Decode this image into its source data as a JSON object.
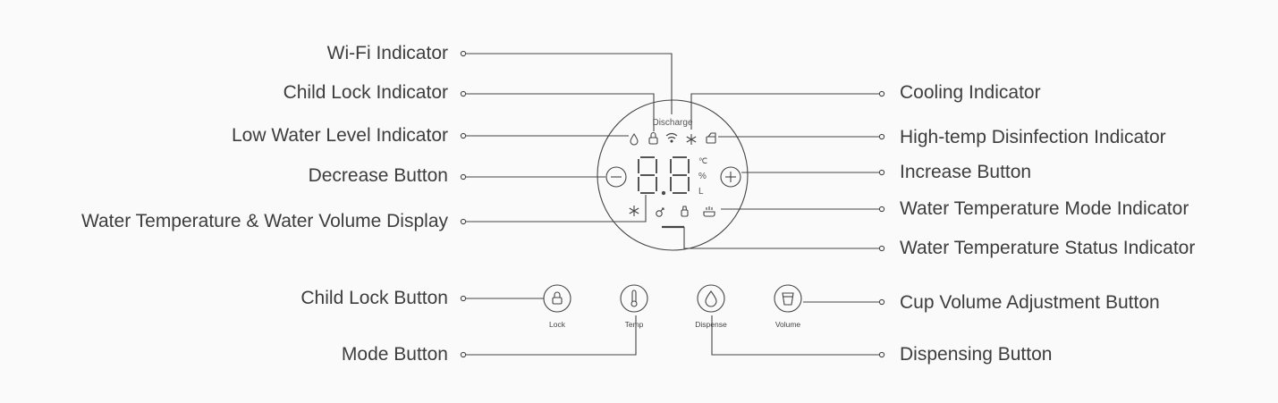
{
  "left_labels": {
    "wifi": "Wi-Fi Indicator",
    "child_lock_ind": "Child Lock Indicator",
    "low_water": "Low Water Level Indicator",
    "decrease": "Decrease Button",
    "display": "Water Temperature & Water Volume Display",
    "child_lock_btn": "Child Lock Button",
    "mode_btn": "Mode Button"
  },
  "right_labels": {
    "cooling": "Cooling Indicator",
    "disinfection": "High-temp Disinfection Indicator",
    "increase": "Increase Button",
    "temp_mode": "Water Temperature Mode Indicator",
    "temp_status": "Water Temperature Status Indicator",
    "cup_volume": "Cup Volume Adjustment Button",
    "dispensing": "Dispensing Button"
  },
  "panel": {
    "discharge": "Discharge",
    "digits": "8.8",
    "unit_c": "℃",
    "unit_pct": "%",
    "unit_l": "L"
  },
  "buttons": {
    "lock": "Lock",
    "temp": "Temp",
    "dispense": "Dispense",
    "volume": "Volume"
  },
  "colors": {
    "line": "#444444",
    "text": "#3d3d3d",
    "background": "#fafafa"
  }
}
